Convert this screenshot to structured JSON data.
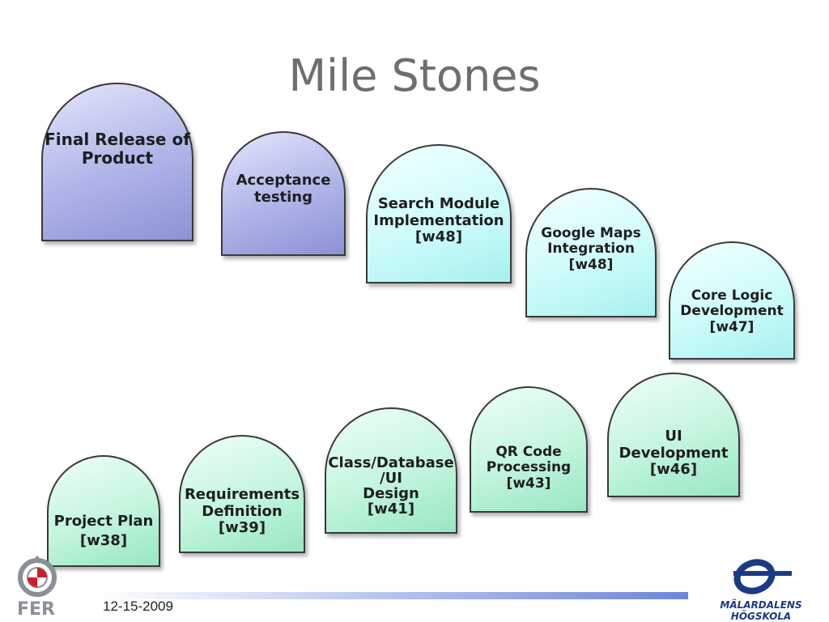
{
  "title": "Mile Stones",
  "milestones": [
    {
      "label": "Final Release of\nProduct",
      "status": "done"
    },
    {
      "label": "Acceptance\ntesting",
      "status": "done"
    },
    {
      "label": "Search Module\nImplementation\n[w48]",
      "status": "upcoming"
    },
    {
      "label": "Google Maps\nIntegration\n[w48]",
      "status": "upcoming"
    },
    {
      "label": "Core Logic\nDevelopment\n[w47]",
      "status": "upcoming"
    },
    {
      "label": "UI Development\n[w46]",
      "status": "current"
    },
    {
      "label": "QR Code\nProcessing\n[w43]",
      "status": "current"
    },
    {
      "label": "Class/Database\n/UI\nDesign\n[w41]",
      "status": "current"
    },
    {
      "label": "Requirements\nDefinition\n[w39]",
      "status": "current"
    },
    {
      "label": "Project Plan\n[w38]",
      "status": "current"
    }
  ],
  "footer": {
    "date": "12-15-2009",
    "left_logo": "FER",
    "right_logo": "MÄLARDALENS HÖGSKOLA"
  },
  "colors": {
    "done": "#aab0e6",
    "upcoming": "#cdfcfb",
    "current": "#c3f5dd",
    "title": "#6e6e6e",
    "logo_blue": "#1b3a86"
  }
}
